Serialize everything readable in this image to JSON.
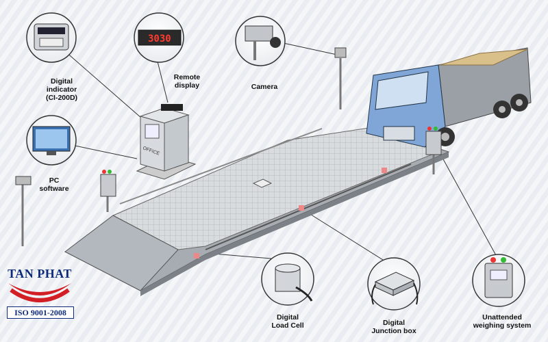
{
  "labels": {
    "digital_indicator": "Digital\nindicator\n(CI-200D)",
    "remote_display": "Remote\ndisplay",
    "camera": "Camera",
    "pc_software": "PC\nsoftware",
    "digital_load_cell": "Digital\nLoad Cell",
    "digital_junction_box": "Digital\nJunction box",
    "unattended_weighing_system": "Unattended\nweighing system"
  },
  "remote_display_reading": "3030",
  "office_sign": "OFFICE",
  "logo": {
    "name": "TAN PHAT",
    "certification": "ISO 9001-2008"
  },
  "colors": {
    "background_stripe": "#e9edf2",
    "platform": "#c8ccd1",
    "truck_cab": "#7fa6d6",
    "truck_bed": "#9aa0a6",
    "cargo": "#d9c08a",
    "logo_blue": "#0d2a7a",
    "logo_red": "#d21f26",
    "display_red": "#ff3b2f"
  }
}
